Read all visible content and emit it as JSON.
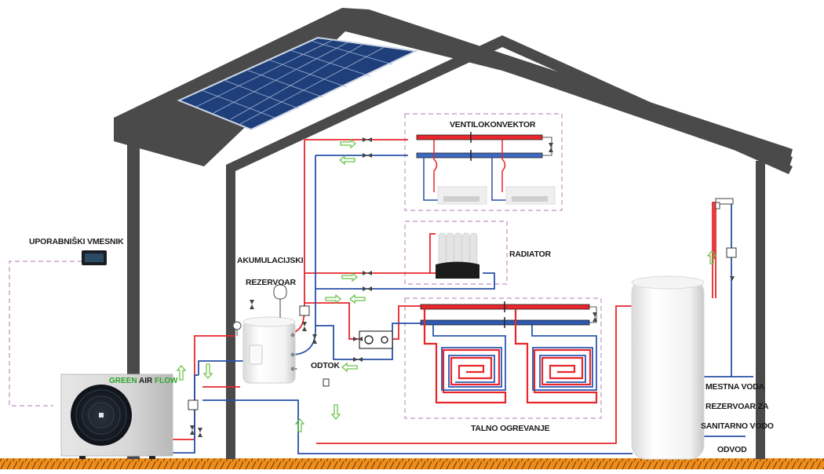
{
  "diagram": {
    "title": "Heat pump heating system schematic",
    "colors": {
      "hot_pipe": "#e8262b",
      "cold_pipe": "#2850a8",
      "flow_arrow": "#6cc24a",
      "zone_border": "#c58fc4",
      "house_wall": "#4a4a4a",
      "ground": "#f08c1a",
      "brand_green": "#2aa52a"
    },
    "labels": {
      "user_interface": "UPORABNIŠKI VMESNIK",
      "buffer_tank_line1": "AKUMULACIJSKI",
      "buffer_tank_line2": "REZERVOAR",
      "fan_coil": "VENTILOKONVEKTOR",
      "radiator": "RADIATOR",
      "drain_buffer": "ODTOK",
      "floor_heating": "TALNO OGREVANJE",
      "city_water": "MESTNA VODA",
      "dhw_tank_line1": "REZERVOAR ZA",
      "dhw_tank_line2": "SANITARNO VODO",
      "drain_dhw": "ODVOD"
    },
    "heat_pump_brand": {
      "word1": "GREEN",
      "word2": "AIR",
      "word3": "FLOW"
    },
    "components": [
      "solar-panel",
      "heat-pump",
      "user-interface-controller",
      "buffer-tank",
      "expansion-vessel",
      "fan-coil-units",
      "radiator",
      "floor-heating-loops",
      "mixing-valve-pump",
      "dhw-tank",
      "tap"
    ]
  }
}
